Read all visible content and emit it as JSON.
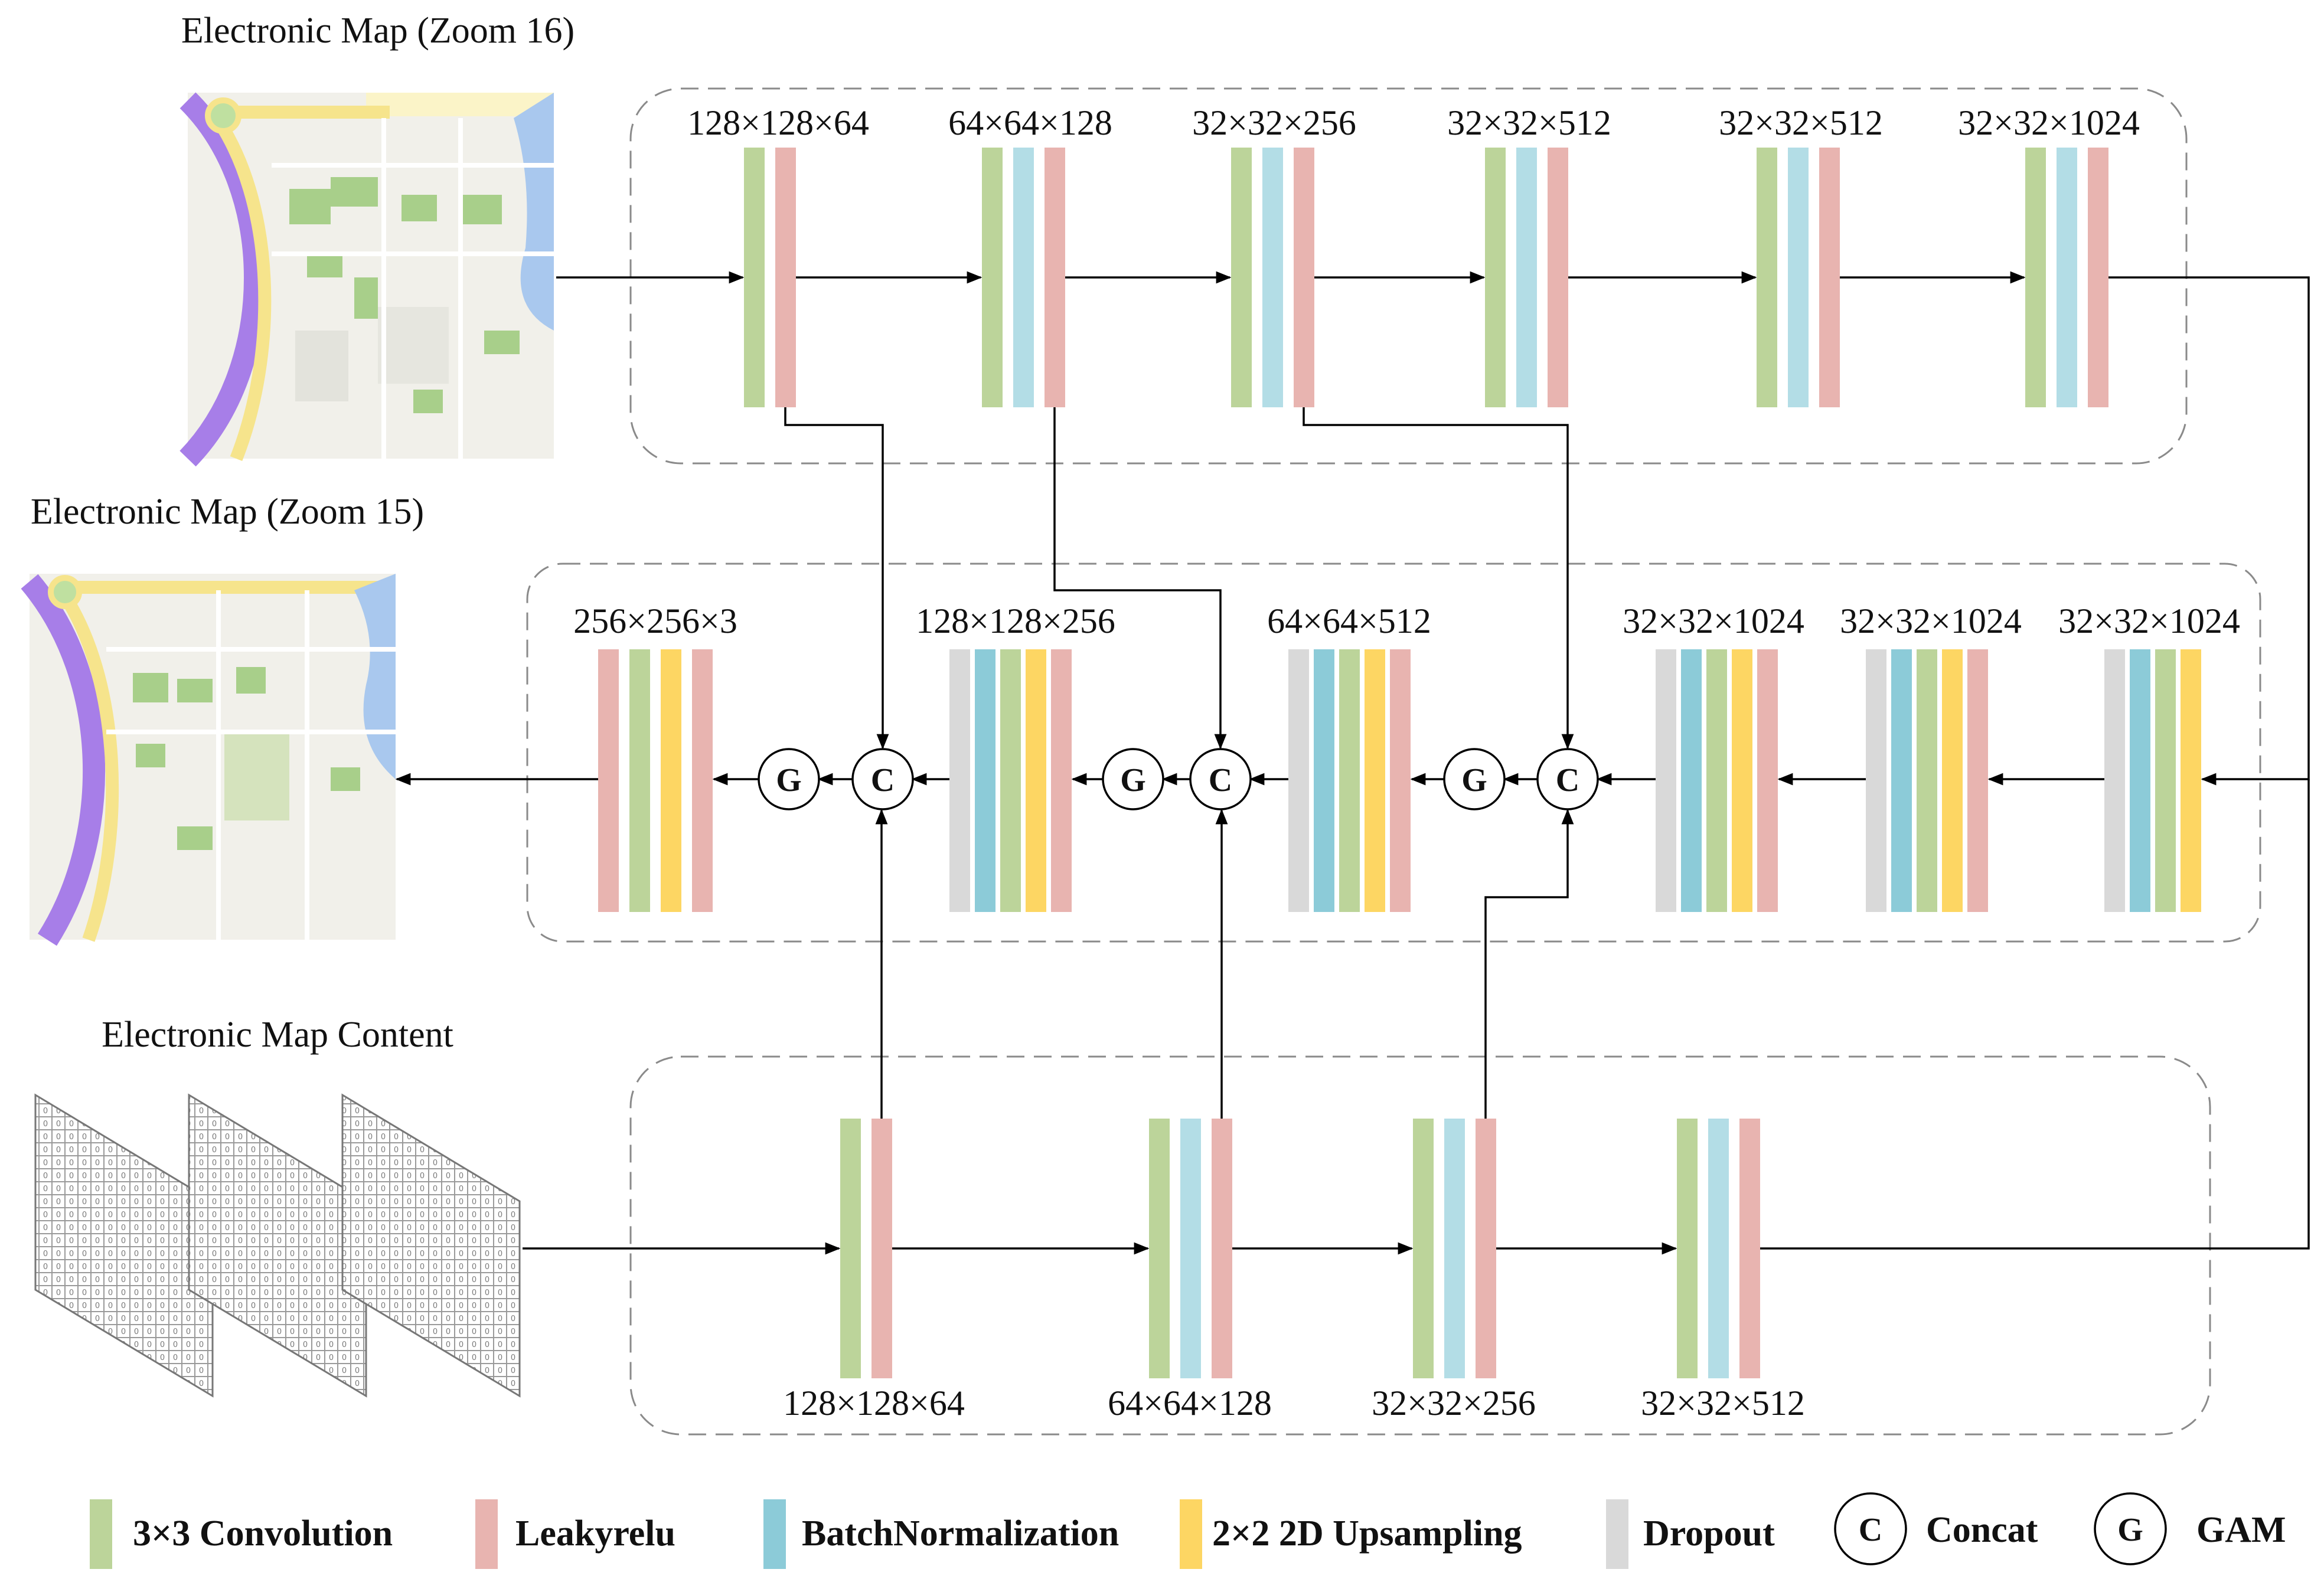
{
  "titles": {
    "map_zoom16": "Electronic Map (Zoom 16)",
    "map_zoom15": "Electronic Map (Zoom 15)",
    "map_content": "Electronic Map Content"
  },
  "colors": {
    "conv": "#bcd49a",
    "leaky": "#e8b4b0",
    "bn_light": "#b3dde6",
    "bn_dark": "#8ccbd8",
    "upsample": "#fdd663",
    "dropout": "#d9d9d9"
  },
  "encoder_top": {
    "labels": [
      "128×128×64",
      "64×64×128",
      "32×32×256",
      "32×32×512",
      "32×32×512",
      "32×32×1024"
    ]
  },
  "decoder": {
    "labels": [
      "256×256×3",
      "128×128×256",
      "64×64×512",
      "32×32×1024",
      "32×32×1024",
      "32×32×1024"
    ],
    "concat_letter": "C",
    "gam_letter": "G"
  },
  "encoder_bottom": {
    "labels": [
      "128×128×64",
      "64×64×128",
      "32×32×256",
      "32×32×512"
    ]
  },
  "legend": {
    "conv": "3×3 Convolution",
    "leaky": "Leakyrelu",
    "bn": "BatchNormalization",
    "upsample": "2×2 2D Upsampling",
    "dropout": "Dropout",
    "concat_letter": "C",
    "concat": "Concat",
    "gam_letter": "G",
    "gam": "GAM"
  }
}
